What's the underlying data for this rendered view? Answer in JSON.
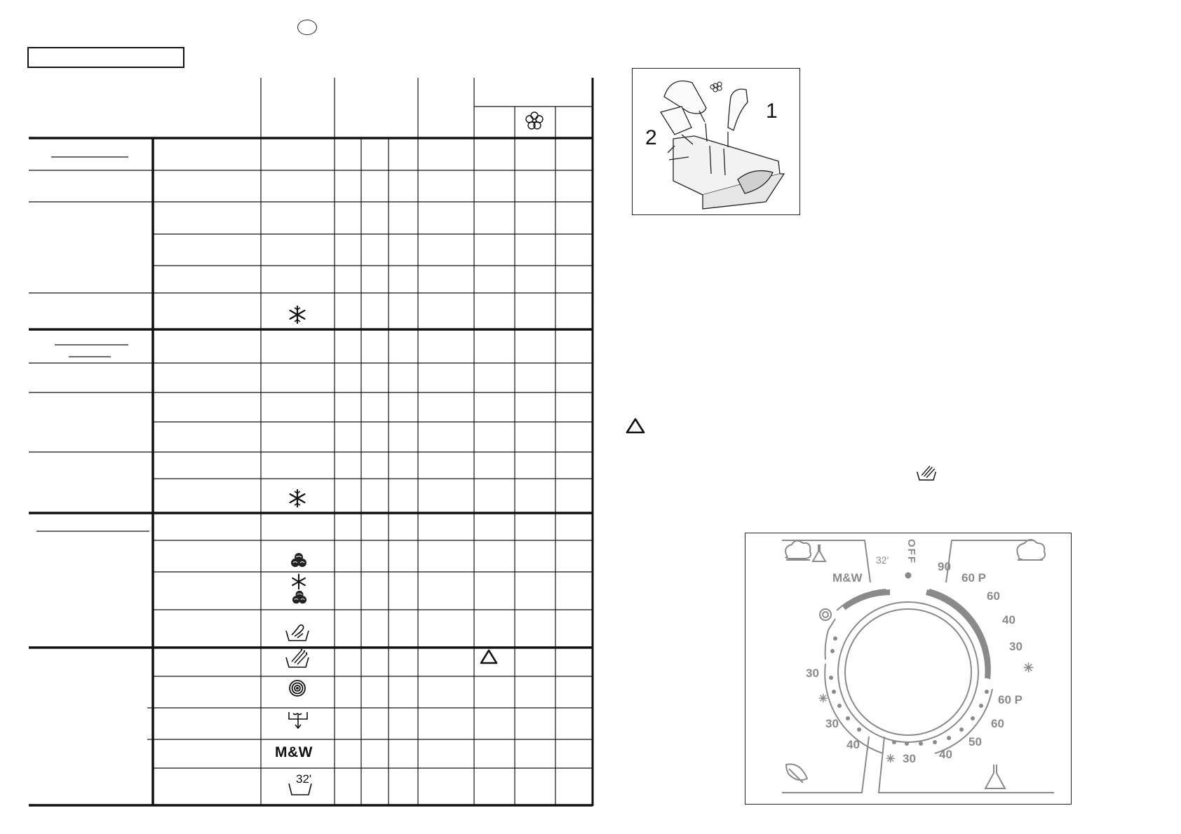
{
  "legend_symbols": {
    "triangle": "warning-triangle-icon",
    "spray": "spray-icon"
  },
  "drawer": {
    "label_1": "1",
    "label_2": "2"
  },
  "table": {
    "softener_icon": "flower-icon",
    "row_symbols": [
      "snowflake-icon",
      "snowflake-icon",
      "wool-icon",
      "snowflake-wool-icon",
      "hand-wash-icon",
      "spray-icon",
      "spiral-icon",
      "drain-icon",
      "M&W",
      "quick-32-icon"
    ],
    "mw_text": "M&W",
    "quick_text": "32'"
  },
  "dial": {
    "off_label": "OFF",
    "mw_label": "M&W",
    "quick_label": "32'",
    "right_top": [
      "90",
      "60 P",
      "60",
      "40",
      "30"
    ],
    "right_bottom": [
      "60 P",
      "60",
      "50",
      "40",
      "30"
    ],
    "left_labels": [
      "30",
      "30",
      "40"
    ],
    "colors": {
      "dial_gray": "#8a8a8a"
    }
  }
}
